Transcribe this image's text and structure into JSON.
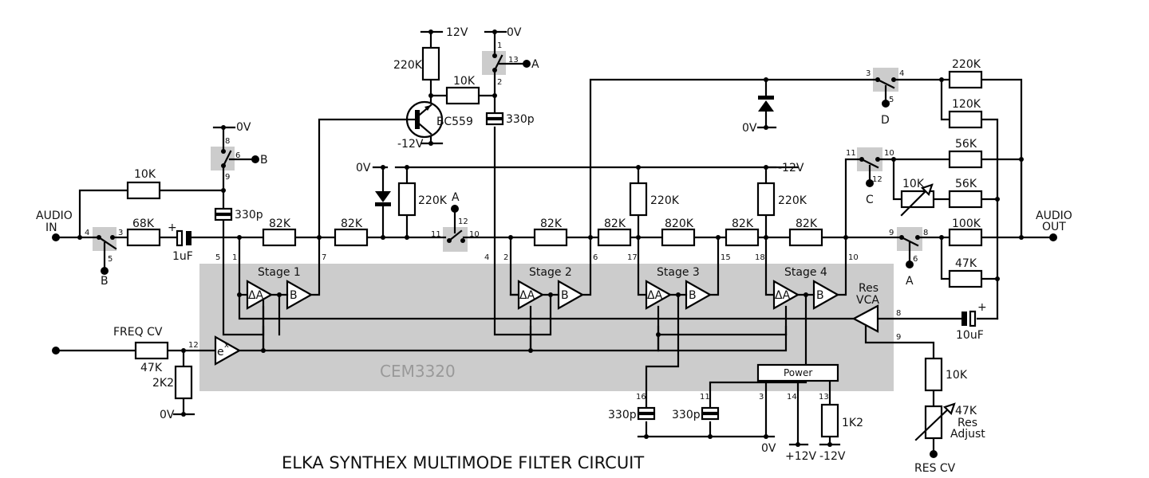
{
  "title": "ELKA SYNTHEX MULTIMODE FILTER CIRCUIT",
  "chip": {
    "name": "CEM3320",
    "stages": [
      "Stage 1",
      "Stage 2",
      "Stage 3",
      "Stage 4"
    ],
    "delta_a_label": "ΔA",
    "buffer_label": "B",
    "expo_label": "e",
    "expo_sup": "x",
    "res_vca_line1": "Res",
    "res_vca_line2": "VCA",
    "power_label": "Power",
    "pins": {
      "p1": "1",
      "p2": "2",
      "p3": "3",
      "p4": "4",
      "p5": "5",
      "p6": "6",
      "p7": "7",
      "p8": "8",
      "p9": "9",
      "p10": "10",
      "p11": "11",
      "p12": "12",
      "p13": "13",
      "p14": "14",
      "p15": "15",
      "p16": "16",
      "p17": "17",
      "p18": "18"
    }
  },
  "io": {
    "audio_in_1": "AUDIO",
    "audio_in_2": "IN",
    "audio_out_1": "AUDIO",
    "audio_out_2": "OUT",
    "freq_cv": "FREQ CV",
    "res_cv": "RES CV"
  },
  "rails": {
    "zero": "0V",
    "plus12": "12V",
    "plus12b": "+12V",
    "minus12": "-12V"
  },
  "transistor": {
    "part": "BC559"
  },
  "resistors": {
    "r_in_fb": "10K",
    "r_in": "68K",
    "r_s1a": "82K",
    "r_s1b": "82K",
    "r_bias1": "220K",
    "r_s2": "82K",
    "r_s3a": "82K",
    "r_bias2": "220K",
    "r_s3b": "820K",
    "r_s4a": "82K",
    "r_bias3": "220K",
    "r_s4b": "82K",
    "r_q_base": "220K",
    "r_q_link": "10K",
    "r_out1": "220K",
    "r_out2": "120K",
    "r_out3": "56K",
    "r_out4": "56K",
    "pot_out": "10K",
    "r_out5": "100K",
    "r_out6": "47K",
    "r_freq": "47K",
    "r_freq_gnd": "2K2",
    "r_res": "10K",
    "pot_res": "47K",
    "pot_res_2": "Res",
    "pot_res_3": "Adjust",
    "r_pwr": "1K2"
  },
  "capacitors": {
    "c_in": "1uF",
    "c_in_plus": "+",
    "c_fb": "330p",
    "c_q": "330p",
    "c_16": "330p",
    "c_11": "330p",
    "c_res": "10uF",
    "c_res_plus": "+"
  },
  "switches": {
    "sw_in": {
      "control": "B",
      "p_a": "4",
      "p_b": "3",
      "p_c": "5"
    },
    "sw_top": {
      "control": "B",
      "p_a": "8",
      "p_b": "6",
      "p_c": "9"
    },
    "sw_q": {
      "control": "A",
      "p_a": "1",
      "p_b": "13",
      "p_c": "2"
    },
    "sw_mid": {
      "control": "A",
      "p_a": "11",
      "p_b": "12",
      "p_c": "10"
    },
    "sw_d": {
      "control": "D",
      "p_a": "3",
      "p_b": "4",
      "p_c": "5"
    },
    "sw_c": {
      "control": "C",
      "p_a": "11",
      "p_b": "10",
      "p_c": "12"
    },
    "sw_a": {
      "control": "A",
      "p_a": "9",
      "p_b": "8",
      "p_c": "6"
    }
  }
}
